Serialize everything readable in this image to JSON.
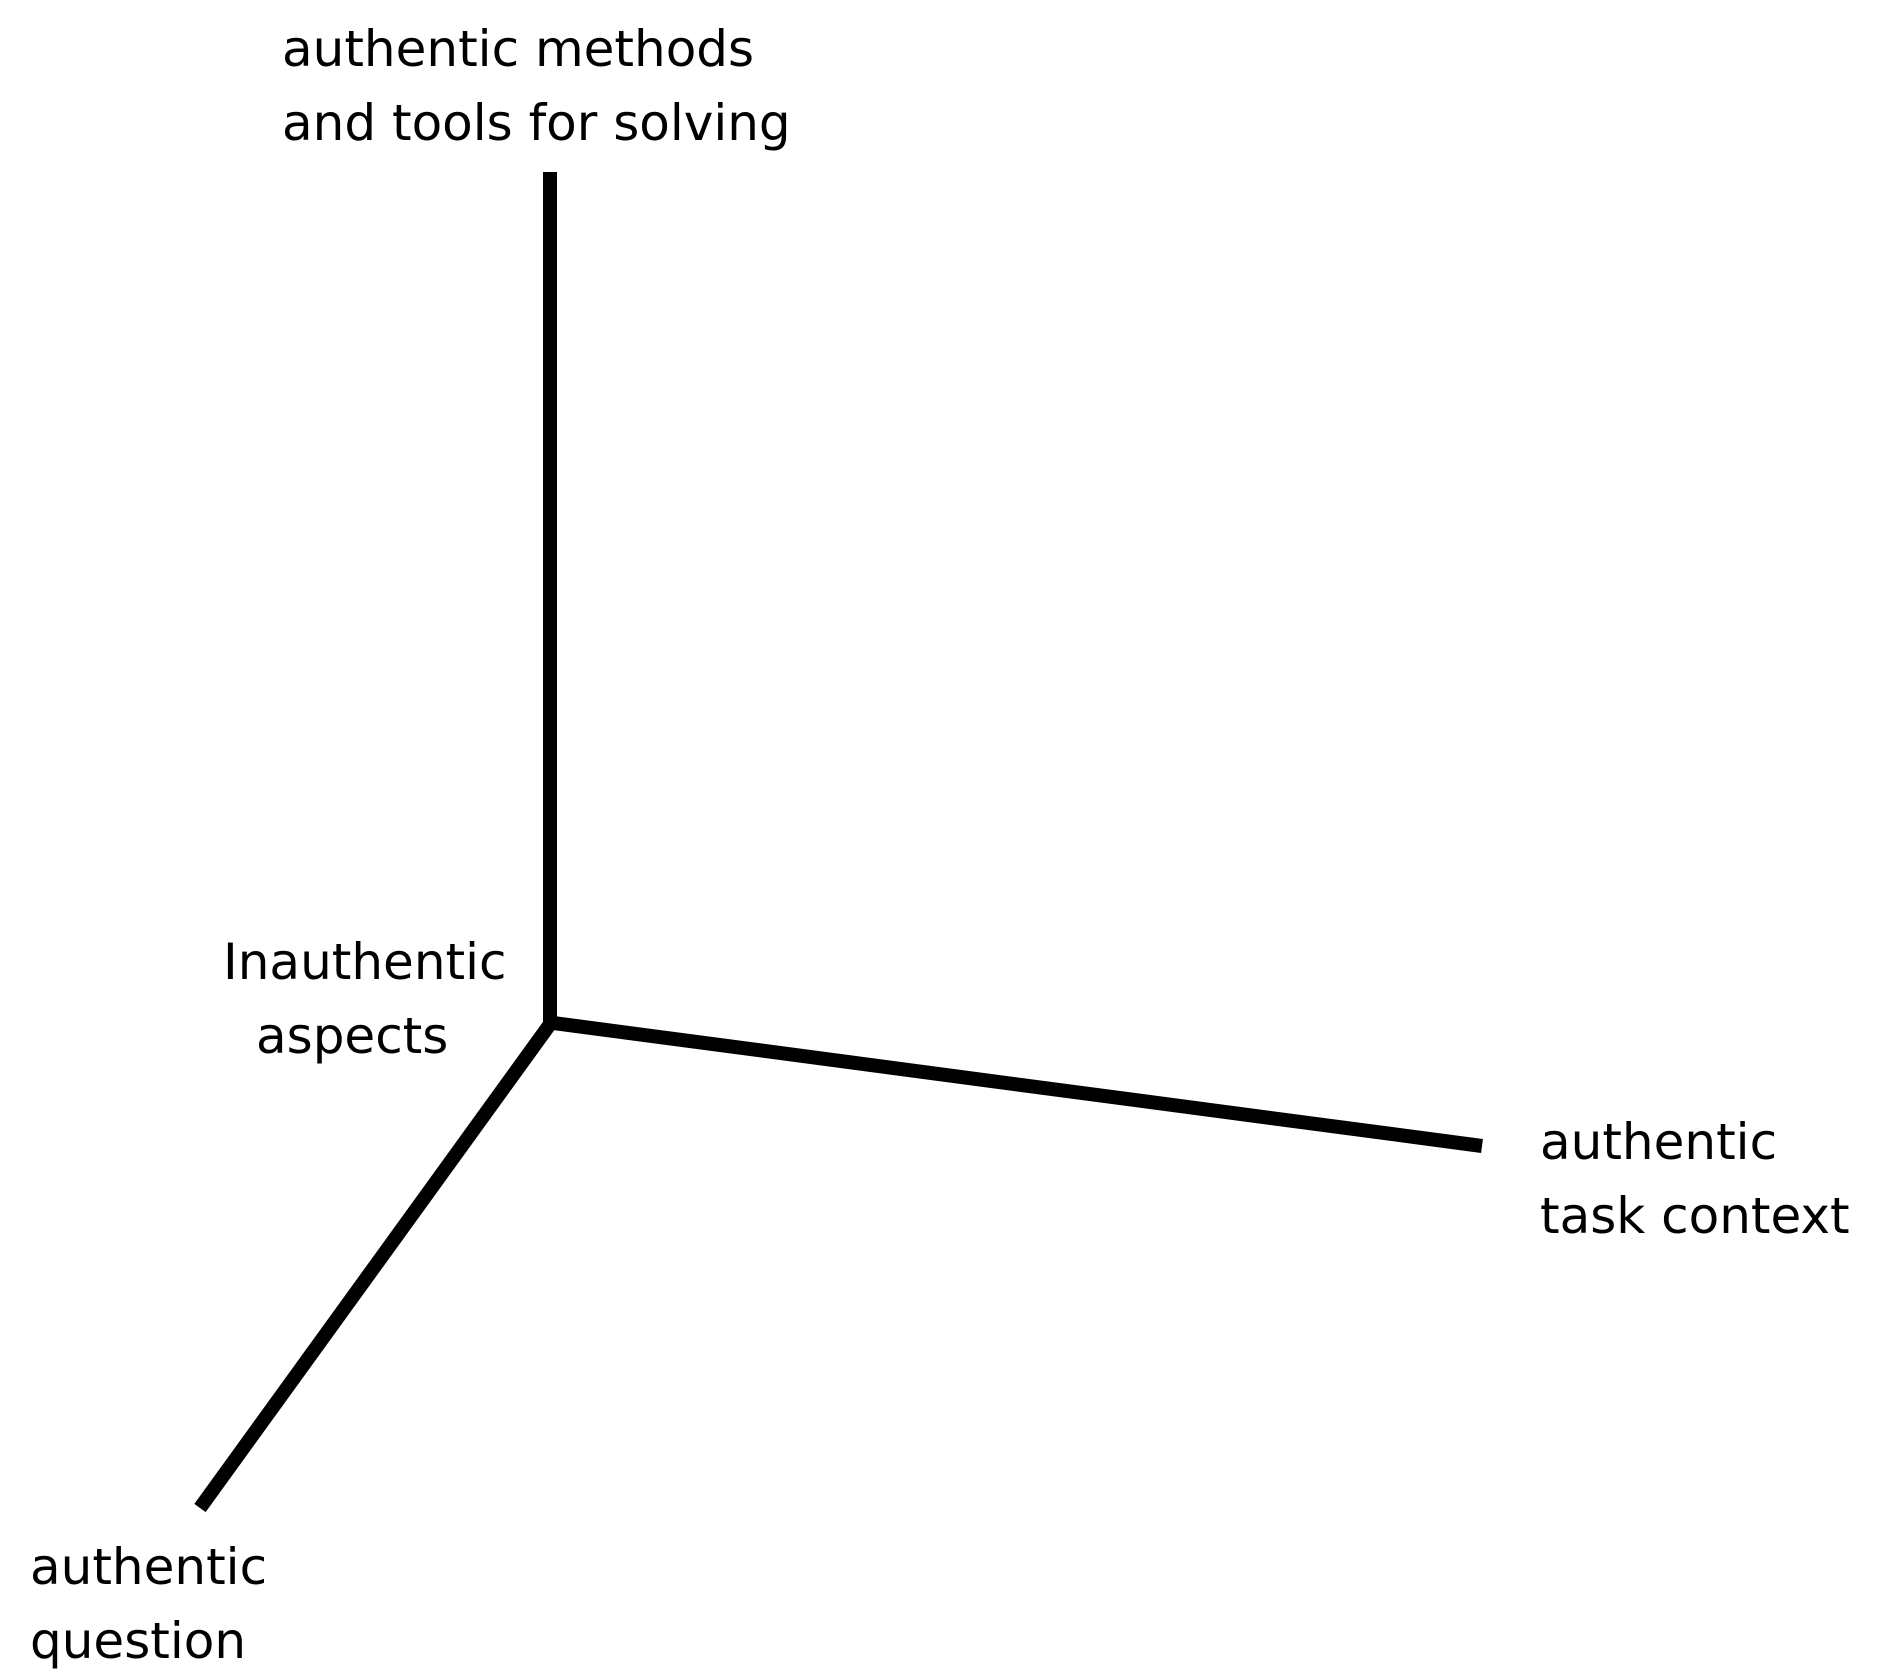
{
  "axes": {
    "vertical": {
      "label_line1": "authentic methods",
      "label_line2": "and tools for solving"
    },
    "horizontal": {
      "label_line1": "authentic",
      "label_line2": "task context"
    },
    "diagonal": {
      "label_line1": "authentic",
      "label_line2": "question"
    }
  },
  "origin": {
    "label_line1": "Inauthentic",
    "label_line2": "aspects"
  },
  "colors": {
    "line": "#000000",
    "text": "#000000",
    "background": "#ffffff"
  }
}
